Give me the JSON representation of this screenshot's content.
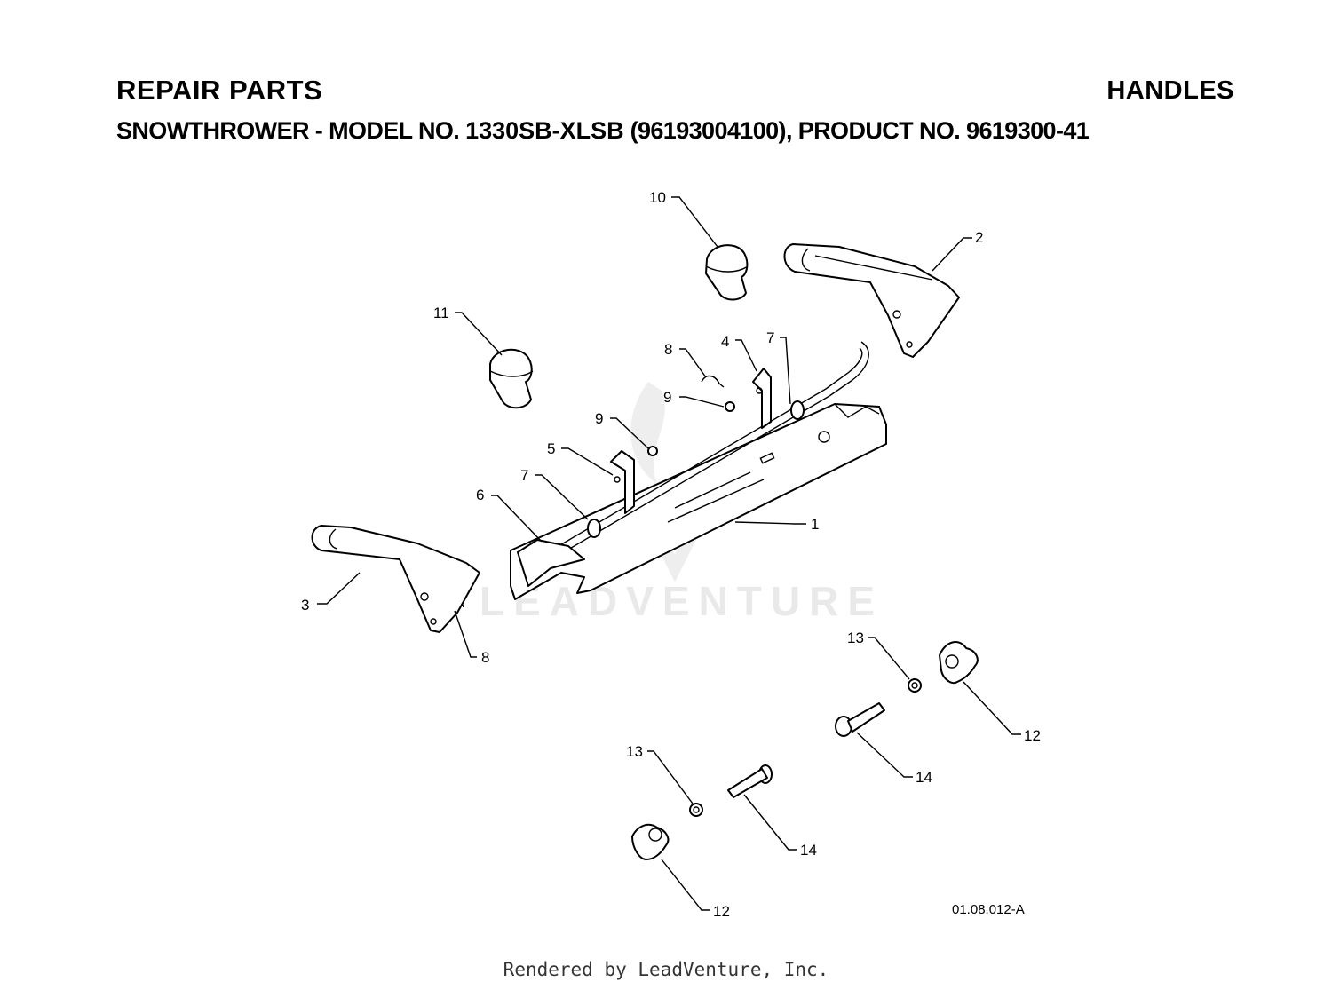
{
  "header": {
    "title": "REPAIR PARTS",
    "section": "HANDLES",
    "subtitle_prefix": "SNOWTHROWER - MODEL NO.",
    "model": "1330SB-XLSB",
    "subtitle_suffix": "(96193004100), PRODUCT NO. 9619300-41"
  },
  "diagram": {
    "watermark": "LEADVENTURE",
    "code": "01.08.012-A",
    "callouts": {
      "c1": "1",
      "c2": "2",
      "c3": "3",
      "c4": "4",
      "c5": "5",
      "c6": "6",
      "c7a": "7",
      "c7b": "7",
      "c8a": "8",
      "c8b": "8",
      "c9a": "9",
      "c9b": "9",
      "c10": "10",
      "c11": "11",
      "c12a": "12",
      "c12b": "12",
      "c13a": "13",
      "c13b": "13",
      "c14a": "14",
      "c14b": "14"
    }
  },
  "footer": "Rendered by LeadVenture, Inc."
}
